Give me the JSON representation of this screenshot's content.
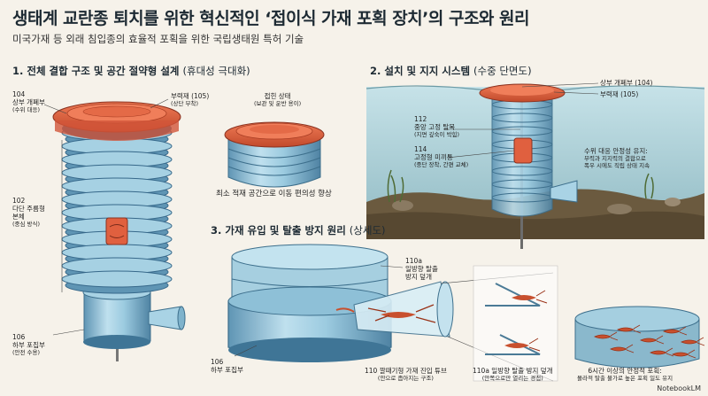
{
  "header": {
    "title": "생태계 교란종 퇴치를 위한 혁신적인 ‘접이식 가재 포획 장치’의 구조와 원리",
    "subtitle": "미국가재 등 외래 침입종의 효율적 포획을 위한 국립생태원 특허 기술"
  },
  "section1": {
    "heading": "1. 전체 결합 구조 및 공간 절약형 설계",
    "heading_sub": "(휴대성 극대화)",
    "label_104": [
      "104",
      "상부 개폐부",
      "(수위 대응)"
    ],
    "label_105": [
      "부력재 (105)",
      "(상단 부착)"
    ],
    "label_folded": [
      "접힌 상태",
      "(보관 및 운반 용이)"
    ],
    "label_102": [
      "102",
      "다단 주름형",
      "본체",
      "(중심 방식)"
    ],
    "label_106": [
      "106",
      "하부 포집부",
      "(안전 수용)"
    ],
    "folded_caption": "최소 적재 공간으로 이동 편의성 향상"
  },
  "section2": {
    "heading": "2. 설치 및 지지 시스템",
    "heading_sub": "(수중 단면도)",
    "label_104": "상부 개폐부 (104)",
    "label_105": "부력재 (105)",
    "label_112": [
      "112",
      "중앙 고정 탈목",
      "(지면 깊숙이 박힘)"
    ],
    "label_114": [
      "114",
      "고정형 미끼통",
      "(중단 장착, 간편 교체)"
    ],
    "note": [
      "수위 대응 안정성 유지:",
      "부력과 지지력의 결합으로",
      "폭우 시에도 직립 상태 지속"
    ]
  },
  "section3": {
    "heading": "3. 가재 유입 및 탈출 방지 원리",
    "heading_sub": "(상세도)",
    "label_110a": [
      "110a",
      "일방향 탈출",
      "방지 덮개"
    ],
    "label_106": [
      "106",
      "하부 포집부"
    ],
    "caption_funnel": [
      "110 깔때기형 가재 진입 튜브",
      "(안으로 좁아지는 구조)"
    ],
    "caption_flap": [
      "110a 일방향 탈출 방지 덮개",
      "(안쪽으로만 열리는 경첩)"
    ],
    "caption_capture": [
      "6시간 이상의 안정적 포획:",
      "몰라적 탈출 불가로 높은 포획 일도 유지"
    ]
  },
  "watermark": "NotebookLM",
  "colors": {
    "background": "#f6f2ea",
    "lid_orange": "#e0603f",
    "body_blue": "#8fbfd8",
    "water": "#b7d6de",
    "mud": "#6b5a3f",
    "crayfish": "#c8502e"
  }
}
